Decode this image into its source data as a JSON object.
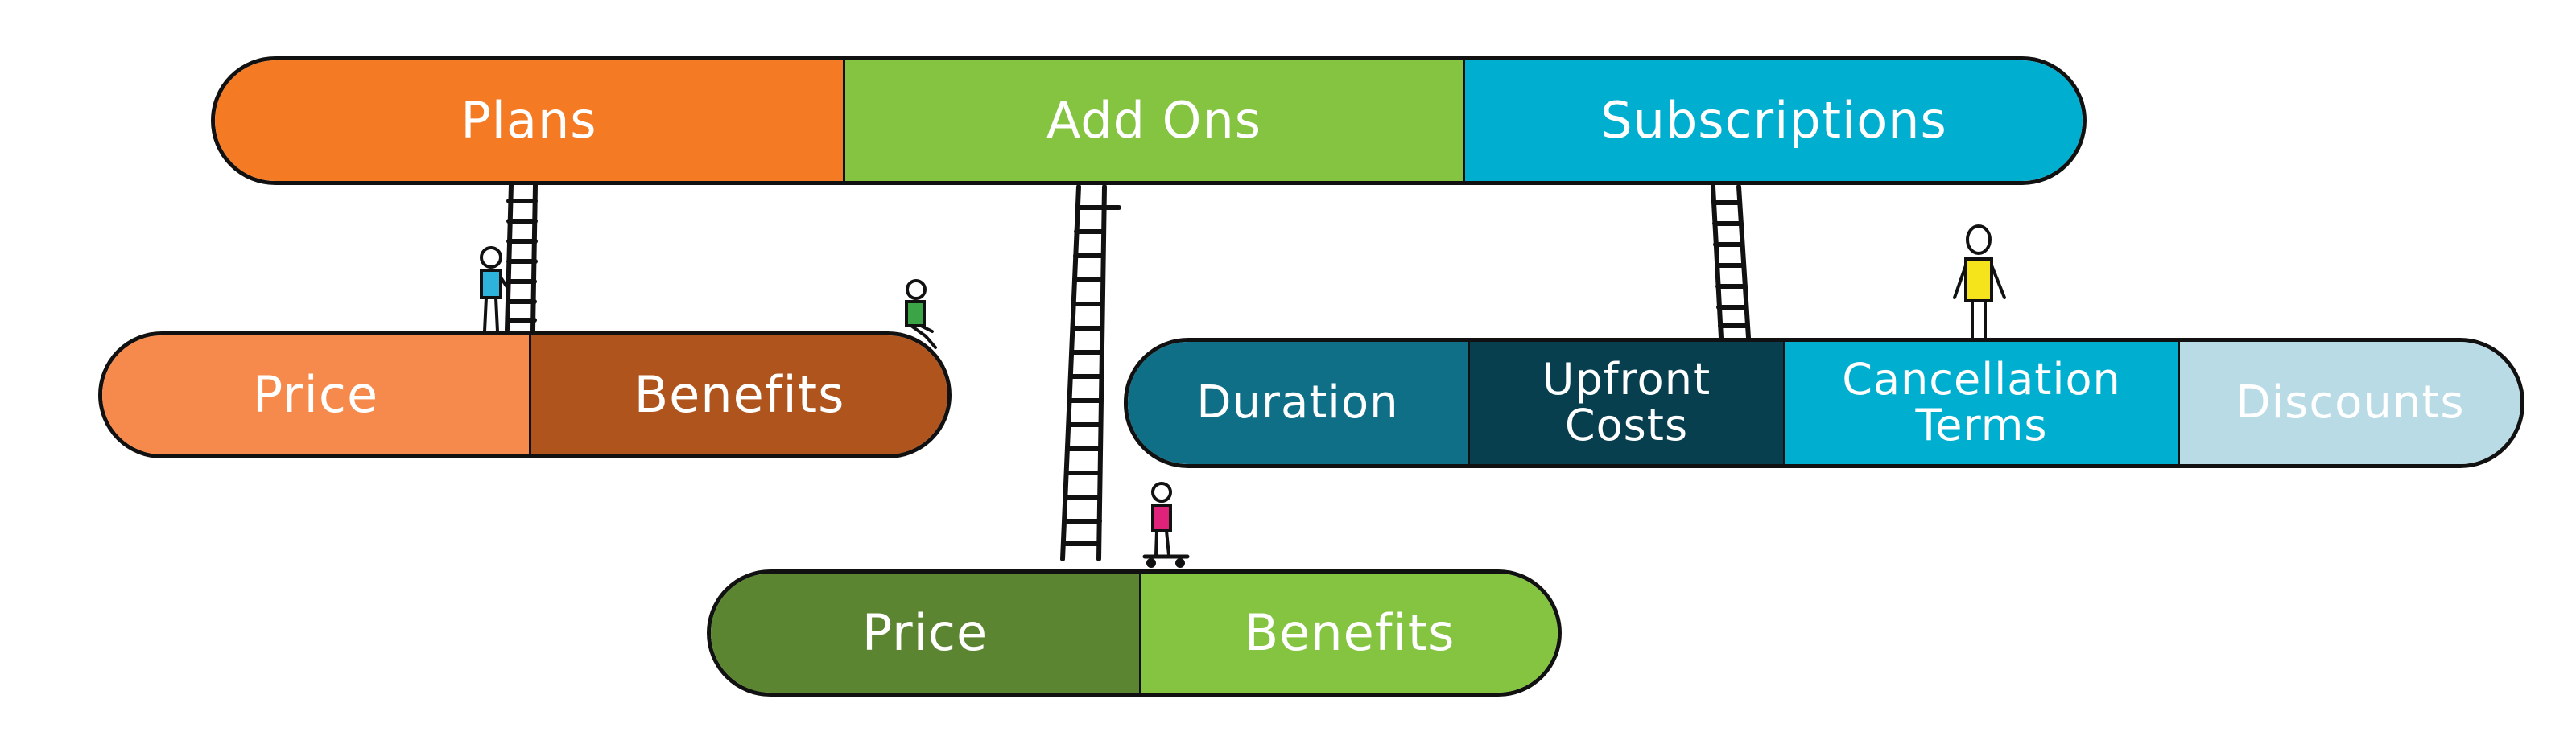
{
  "diagram": {
    "top_bar": {
      "segments": [
        {
          "label": "Plans",
          "color": "#f47a23"
        },
        {
          "label": "Add Ons",
          "color": "#84c441"
        },
        {
          "label": "Subscriptions",
          "color": "#00aed0"
        }
      ]
    },
    "plans_bar": {
      "segments": [
        {
          "label": "Price",
          "color": "#f68a4c"
        },
        {
          "label": "Benefits",
          "color": "#b0541d"
        }
      ]
    },
    "addons_bar": {
      "segments": [
        {
          "label": "Price",
          "color": "#5b8530"
        },
        {
          "label": "Benefits",
          "color": "#84c441"
        }
      ]
    },
    "subscriptions_bar": {
      "segments": [
        {
          "label": "Duration",
          "color": "#0f6f87"
        },
        {
          "label": "Upfront\nCosts",
          "color": "#083f4f"
        },
        {
          "label": "Cancellation\nTerms",
          "color": "#00aed0"
        },
        {
          "label": "Discounts",
          "color": "#b8dbe6"
        }
      ]
    },
    "figures": [
      {
        "name": "figure-blue",
        "color": "#2eb3dc"
      },
      {
        "name": "figure-green",
        "color": "#3aa447"
      },
      {
        "name": "figure-pink",
        "color": "#e0237a"
      },
      {
        "name": "figure-yellow",
        "color": "#f5e31b"
      }
    ]
  }
}
